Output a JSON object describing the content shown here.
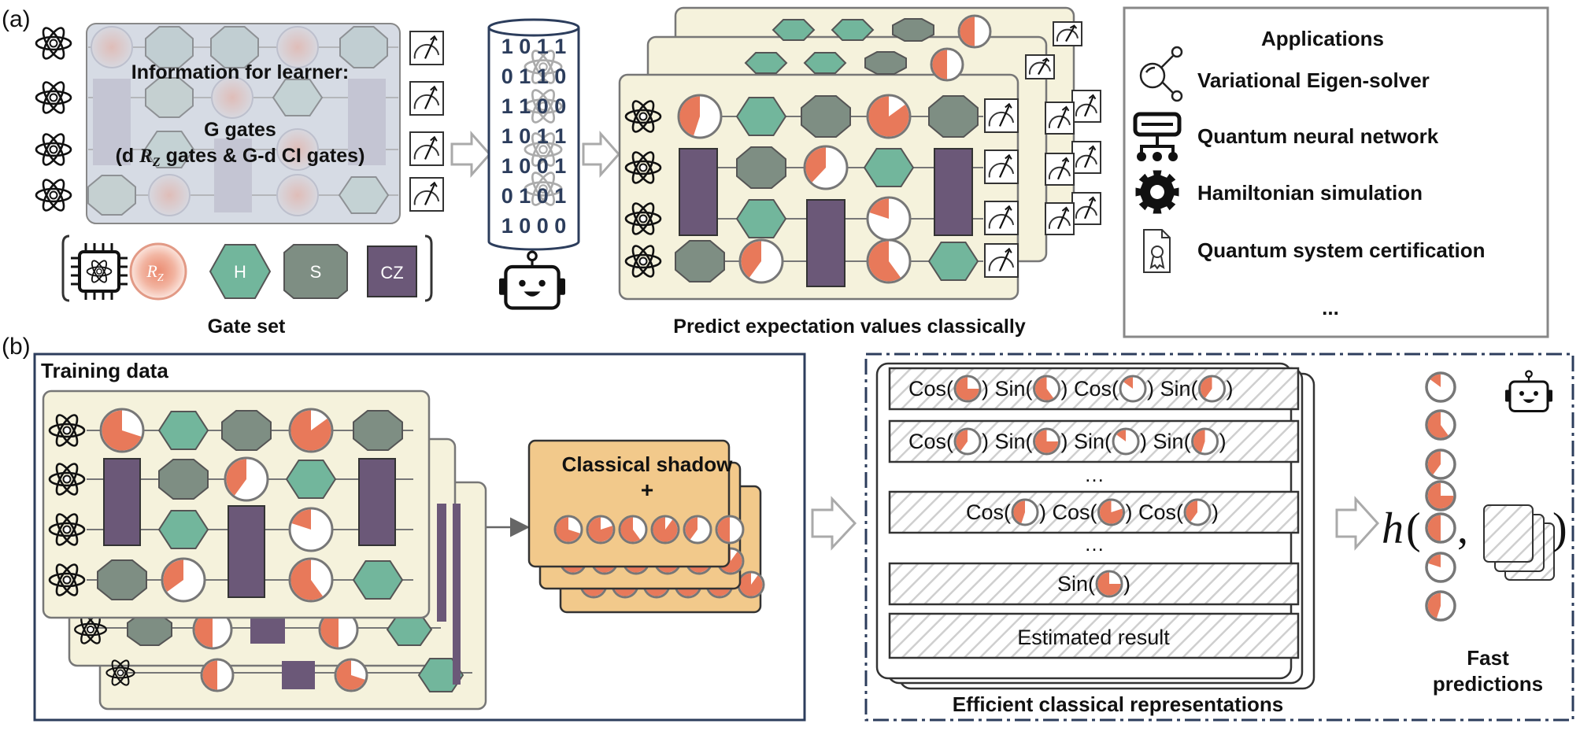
{
  "panel_a": {
    "label": "(a)",
    "learner_info": {
      "title": "Information for learner:",
      "line1": "G gates",
      "line2_prefix": "(d ",
      "line2_rz": "R",
      "line2_rz_sub": "Z",
      "line2_suffix": " gates & G-d CI gates)"
    },
    "gate_set": {
      "caption": "Gate set",
      "rz_label": "R",
      "rz_sub": "Z",
      "h_label": "H",
      "s_label": "S",
      "cz_label": "CZ"
    },
    "bits": [
      "1 0 1 1",
      "0 1 1 0",
      "1 1 0 0",
      "1 0 1 1",
      "1 0 0 1",
      "0 1 0 1",
      "1 0 0 0"
    ],
    "predict_caption": "Predict expectation values classically",
    "applications": {
      "title": "Applications",
      "items": [
        {
          "icon": "molecule-icon",
          "label": "Variational Eigen-solver"
        },
        {
          "icon": "network-icon",
          "label": "Quantum neural network"
        },
        {
          "icon": "gear-icon",
          "label": "Hamiltonian simulation"
        },
        {
          "icon": "certificate-icon",
          "label": "Quantum system certification"
        }
      ],
      "ellipsis": "..."
    }
  },
  "panel_b": {
    "label": "(b)",
    "training_title": "Training data",
    "shadow_title": "Classical shadow",
    "shadow_plus": "+",
    "rep_rows": [
      [
        "Cos(",
        ") ",
        "Sin(",
        ") ",
        "Cos(",
        ") ",
        "Sin(",
        ")"
      ],
      [
        "Cos(",
        ") ",
        "Sin(",
        ") ",
        "Sin(",
        ") ",
        "Sin(",
        ")"
      ]
    ],
    "row1": {
      "parts": [
        "Cos(",
        ") Sin(",
        ") Cos(",
        ") Sin(",
        ")"
      ]
    },
    "row2": {
      "parts": [
        "Cos(",
        ") Sin(",
        ") Sin(",
        ") Sin(",
        ")"
      ]
    },
    "row3": {
      "parts": [
        "Cos(",
        ") Cos(",
        ") Cos(",
        ")"
      ]
    },
    "row4": {
      "parts": [
        "Sin(",
        ")"
      ]
    },
    "dots": "…",
    "estimated": "Estimated result",
    "rep_caption": "Efficient classical representations",
    "h_symbol": "h",
    "h_open": "(",
    "h_comma": ",",
    "h_close": ")",
    "fast_line1": "Fast",
    "fast_line2": "predictions"
  },
  "colors": {
    "cream": "#f5f2dc",
    "hex_green": "#72b69c",
    "oct_gray": "#7e8e83",
    "cz_purple": "#6b5878",
    "pie_orange": "#e8795a",
    "shadow_orange": "#f2c98b",
    "learner_blue": "#d6dbe4",
    "frame_navy": "#2c3d5c"
  }
}
